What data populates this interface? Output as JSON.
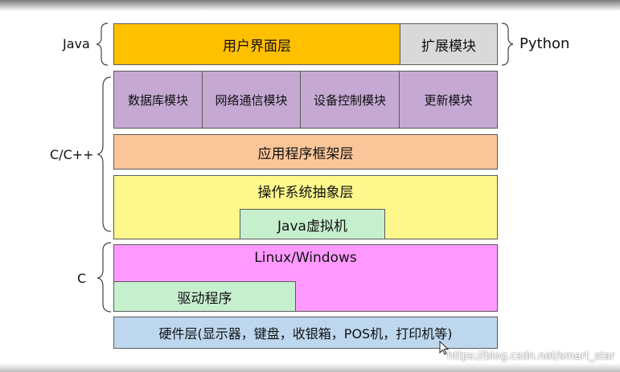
{
  "labels": {
    "java": "Java",
    "python": "Python",
    "c_cpp": "C/C++",
    "c": "C"
  },
  "layers": {
    "ui": "用户界面层",
    "extension": "扩展模块",
    "modules": [
      "数据库模块",
      "网络通信模块",
      "设备控制模块",
      "更新模块"
    ],
    "framework": "应用程序框架层",
    "os_abstraction": "操作系统抽象层",
    "jvm": "Java虚拟机",
    "os": "Linux/Windows",
    "driver": "驱动程序",
    "hardware": "硬件层(显示器，键盘，收银箱，POS机，打印机等)"
  },
  "colors": {
    "ui": "#ffc000",
    "extension": "#d9d9d9",
    "modules": "#c5a9d3",
    "framework": "#fbc59a",
    "os_abstraction": "#fef88c",
    "jvm": "#c6efce",
    "os": "#ff99ff",
    "driver": "#c6efce",
    "hardware": "#bdd7ee"
  },
  "watermark": "https://blog.csdn.net/smart_star"
}
